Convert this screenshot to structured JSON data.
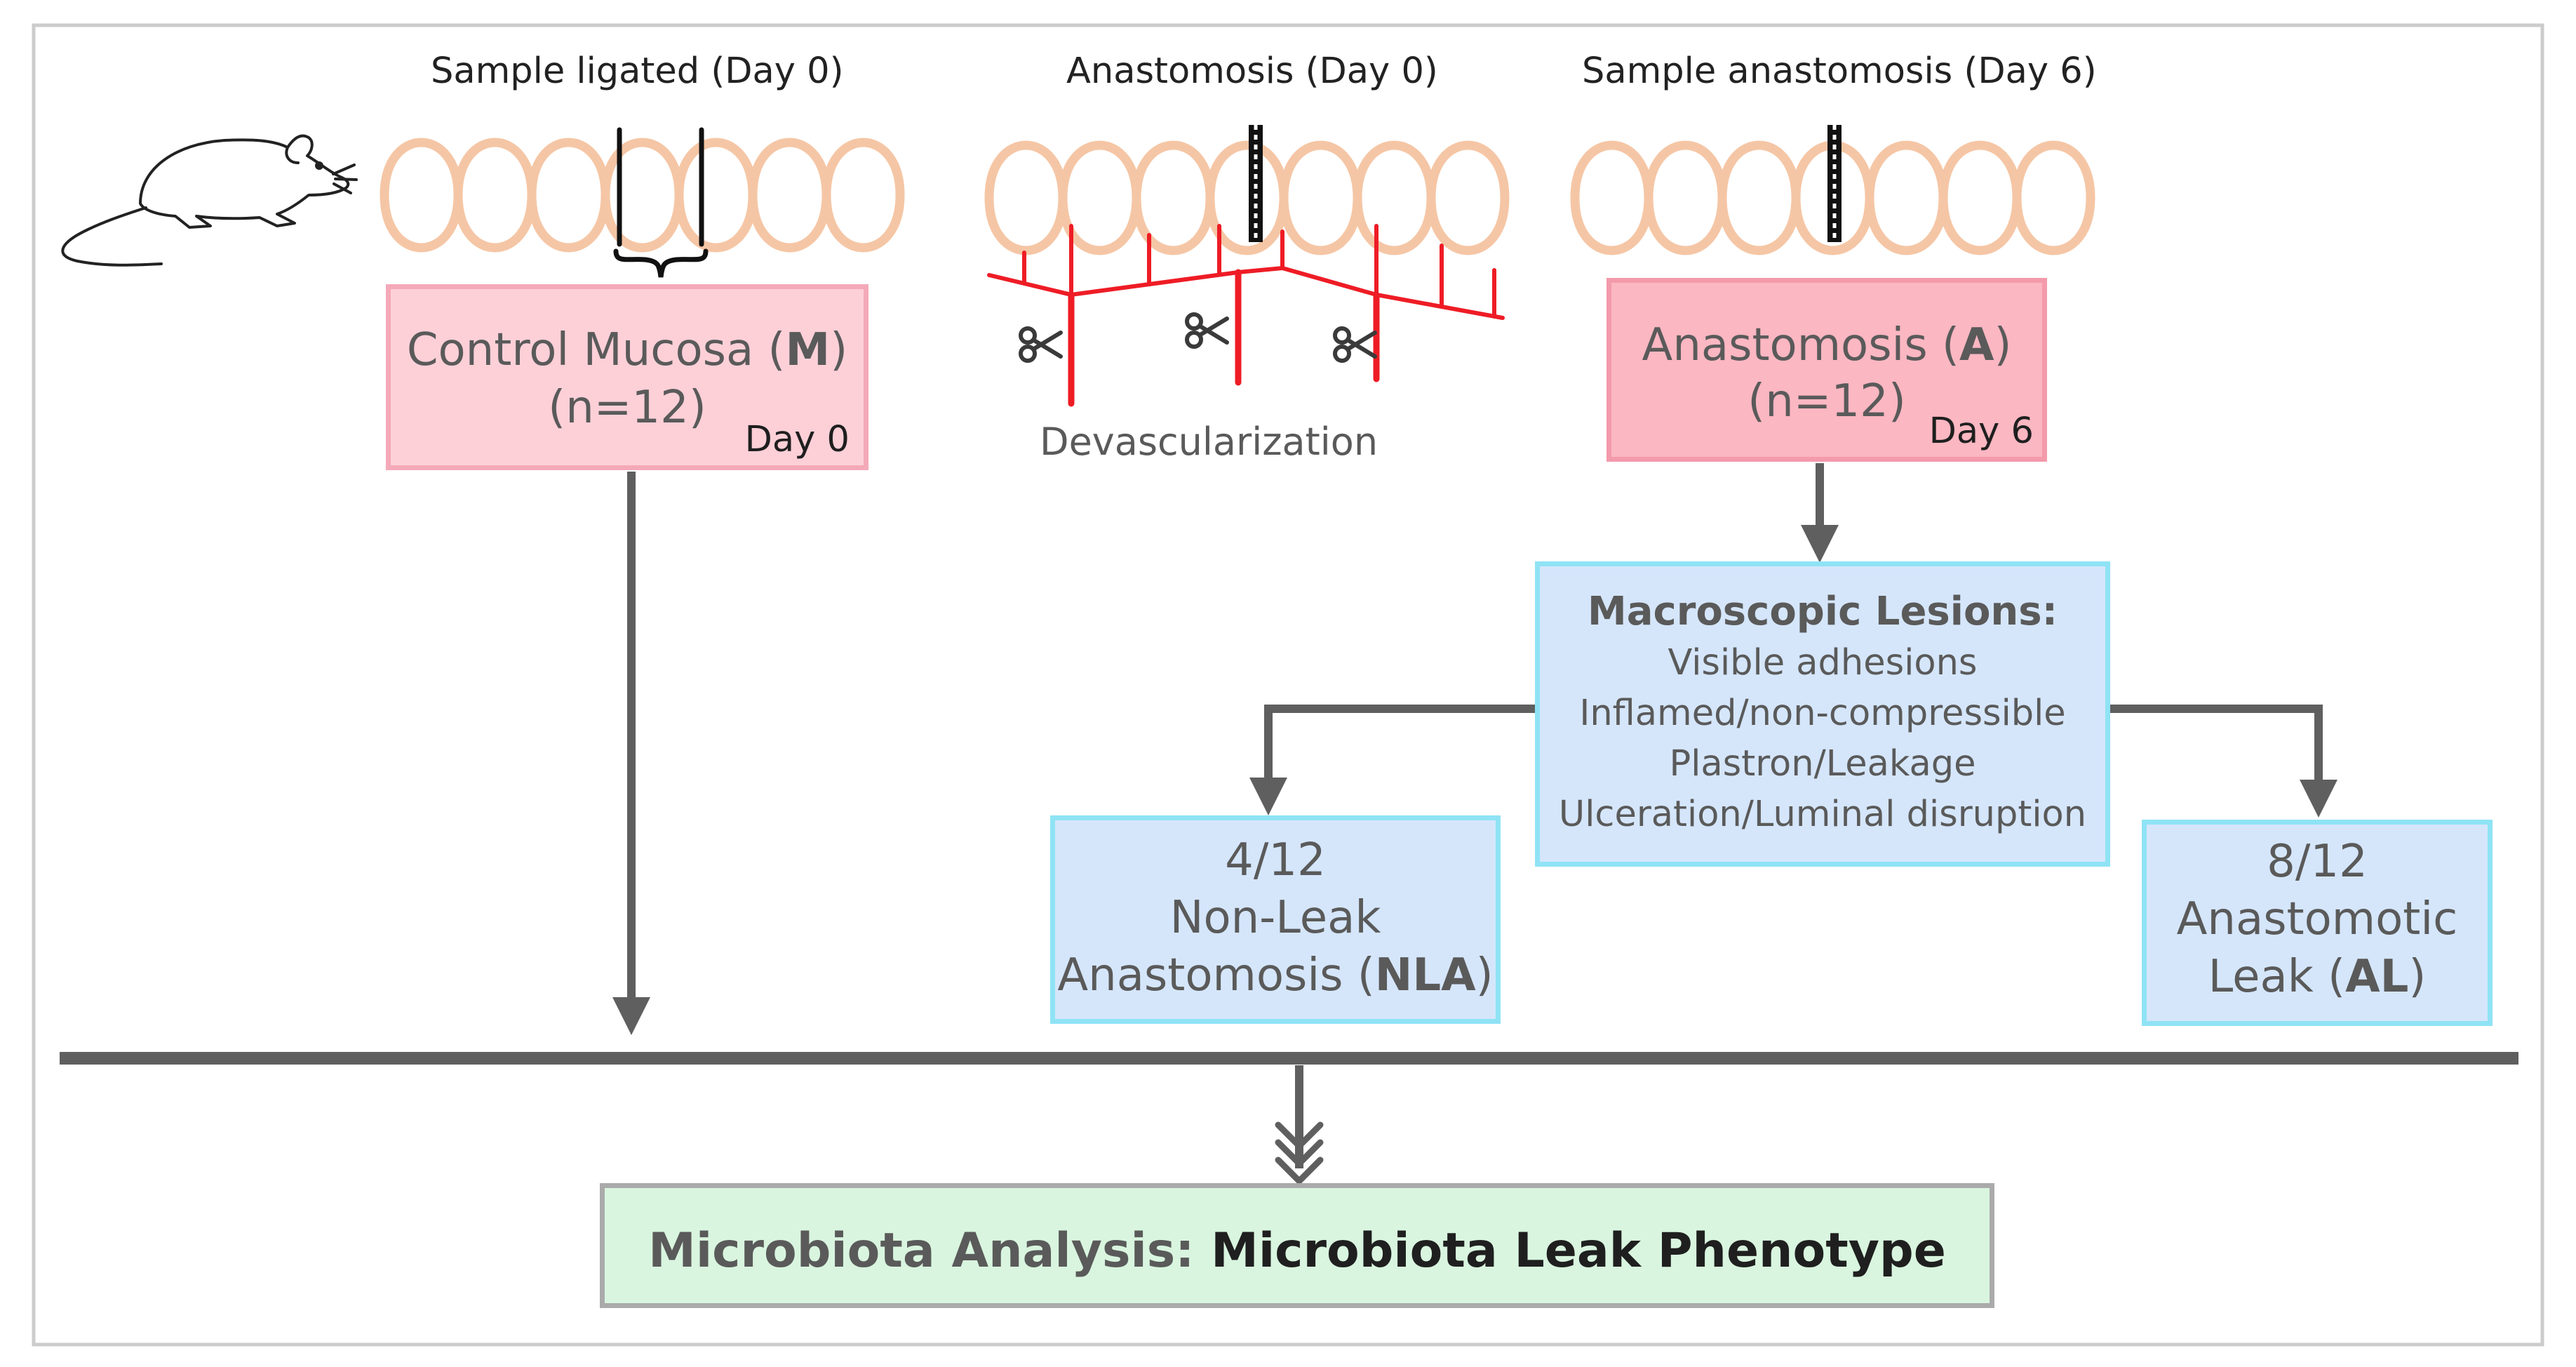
{
  "stages": {
    "ligated": "Sample ligated (Day 0)",
    "anastomosis": "Anastomosis (Day 0)",
    "sample_anastomosis": "Sample anastomosis (Day 6)"
  },
  "devascularization": "Devascularization",
  "control": {
    "name": "Control Mucosa (",
    "abbr": "M",
    "close": ")",
    "n": "(n=12)",
    "day": "Day 0"
  },
  "anastomosis_box": {
    "name": "Anastomosis (",
    "abbr": "A",
    "close": ")",
    "n": "(n=12)",
    "day": "Day 6"
  },
  "lesions": {
    "title": "Macroscopic Lesions:",
    "items": [
      "Visible adhesions",
      "Inflamed/non-compressible",
      "Plastron/Leakage",
      "Ulceration/Luminal disruption"
    ]
  },
  "nla": {
    "count": "4/12",
    "line1": "Non-Leak",
    "line2": "Anastomosis (",
    "abbr": "NLA",
    "close": ")"
  },
  "al": {
    "count": "8/12",
    "line1": "Anastomotic",
    "line2": "Leak (",
    "abbr": "AL",
    "close": ")"
  },
  "analysis": {
    "prefix": "Microbiota Analysis: ",
    "emphasis": "Microbiota Leak Phenotype"
  },
  "colors": {
    "intestine": "#f5c6a5",
    "vessel": "#ee1c25",
    "arrow": "#5f5f5f",
    "pink_box": "#fdd0d8",
    "blue_box": "#d5e6fb",
    "green_box": "#d9f5df"
  },
  "icons": [
    "mouse-icon",
    "scissors-icon",
    "ligature-bracket-icon",
    "staple-line-icon"
  ]
}
